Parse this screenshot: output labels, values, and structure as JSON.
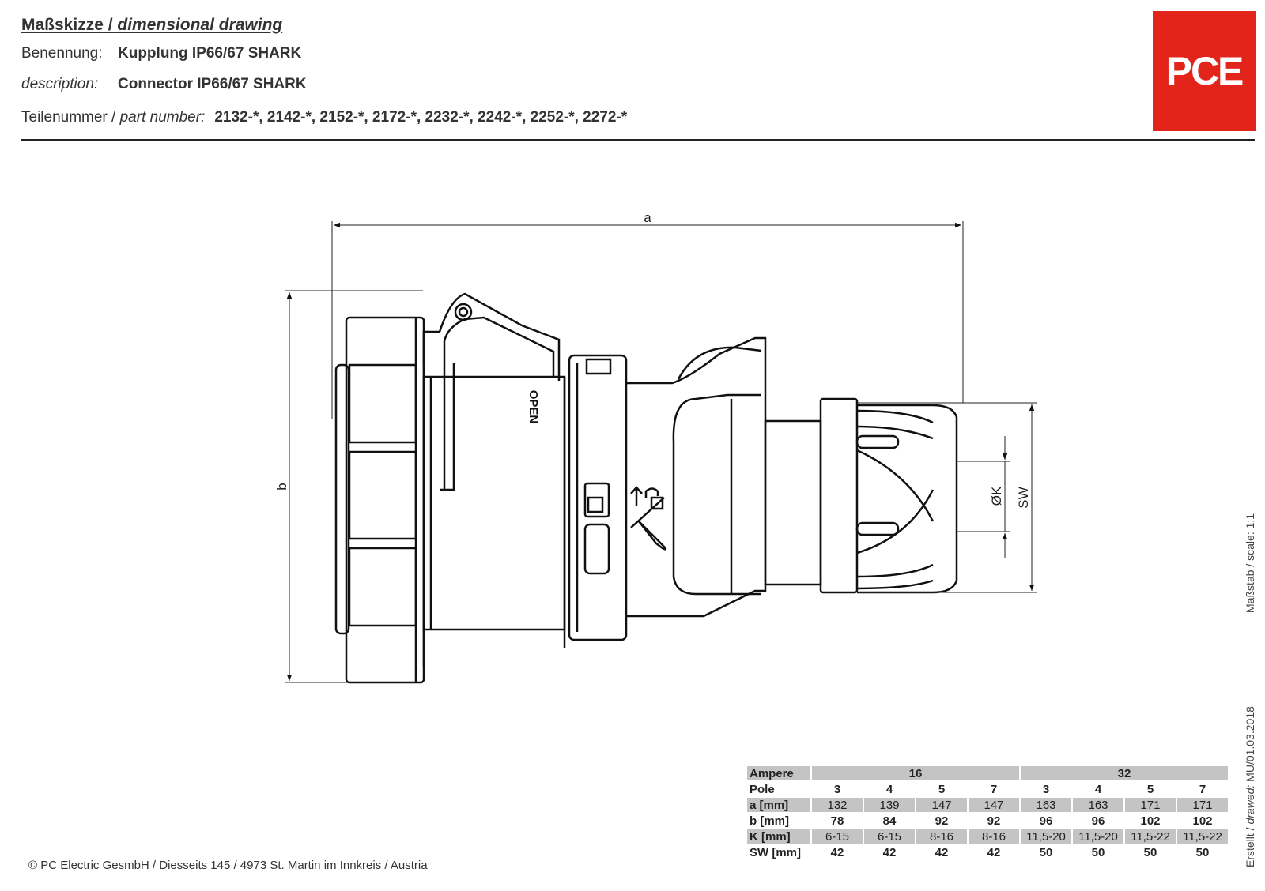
{
  "header": {
    "title_de": "Maßskizze",
    "title_sep": " / ",
    "title_en": "dimensional drawing",
    "name_label": "Benennung:",
    "name_value": "Kupplung IP66/67 SHARK",
    "desc_label": "description:",
    "desc_value": "Connector IP66/67 SHARK",
    "part_label_de": "Teilenummer / ",
    "part_label_en": "part number:",
    "part_value": "2132-*, 2142-*, 2152-*, 2172-*, 2232-*, 2242-*, 2252-*, 2272-*"
  },
  "logo": {
    "text": "PCE",
    "color": "#e3241b"
  },
  "drawing": {
    "dim_a": "a",
    "dim_b": "b",
    "dim_k": "ØK",
    "dim_sw": "SW",
    "open_label": "OPEN"
  },
  "side": {
    "scale_text": "Maßstab / scale: 1:1",
    "created_de": "Erstellt / ",
    "created_en": "drawed:",
    "created_value": " MU/01.03.2018"
  },
  "table": {
    "ampere_label": "Ampere",
    "ampere_16": "16",
    "ampere_32": "32",
    "rows": [
      {
        "label": "Pole",
        "values": [
          "3",
          "4",
          "5",
          "7",
          "3",
          "4",
          "5",
          "7"
        ]
      },
      {
        "label": "a [mm]",
        "values": [
          "132",
          "139",
          "147",
          "147",
          "163",
          "163",
          "171",
          "171"
        ]
      },
      {
        "label": "b [mm]",
        "values": [
          "78",
          "84",
          "92",
          "92",
          "96",
          "96",
          "102",
          "102"
        ]
      },
      {
        "label": "K [mm]",
        "values": [
          "6-15",
          "6-15",
          "8-16",
          "8-16",
          "11,5-20",
          "11,5-20",
          "11,5-22",
          "11,5-22"
        ]
      },
      {
        "label": "SW [mm]",
        "values": [
          "42",
          "42",
          "42",
          "42",
          "50",
          "50",
          "50",
          "50"
        ]
      }
    ]
  },
  "footer": {
    "copyright_symbol": "©",
    "text": "PC Electric GesmbH / Diesseits 145 / 4973 St. Martin im Innkreis / Austria"
  }
}
